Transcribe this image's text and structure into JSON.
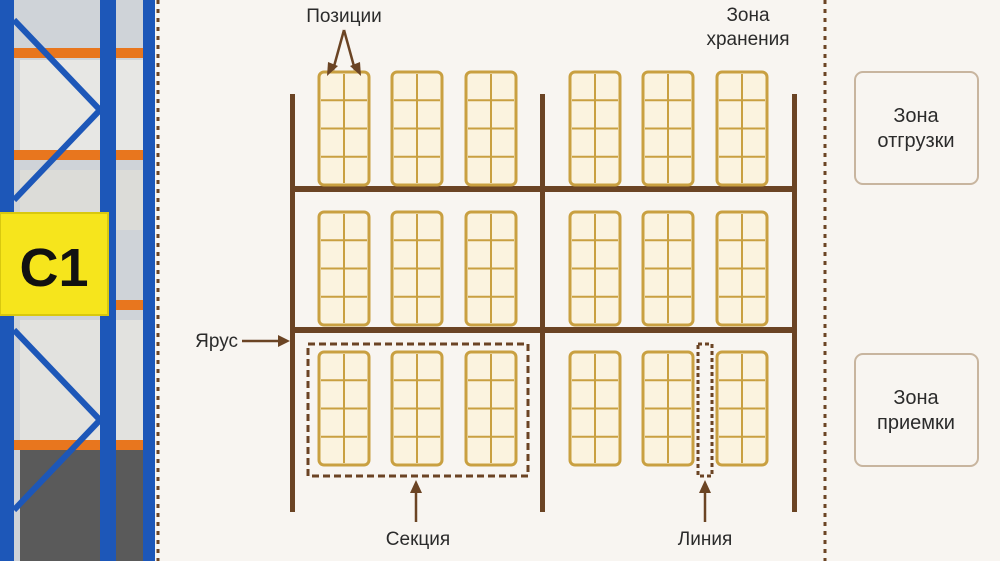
{
  "photo": {
    "sign_code": "C1",
    "colors": {
      "upright": "#1d57b8",
      "beam": "#e8761e",
      "sign": "#f6e51c"
    }
  },
  "diagram": {
    "labels": {
      "positions": "Позиции",
      "storage_zone": [
        "Зона",
        "хранения"
      ],
      "tier": "Ярус",
      "section": "Секция",
      "line": "Линия"
    },
    "side_zones": [
      {
        "id": "shipping",
        "lines": [
          "Зона",
          "отгрузки"
        ]
      },
      {
        "id": "receiving",
        "lines": [
          "Зона",
          "приемки"
        ]
      }
    ],
    "rack": {
      "bays": 2,
      "tiers": 3,
      "pallets_per_bay": 3,
      "cells_per_pallet": {
        "cols": 2,
        "rows": 4
      }
    },
    "colors": {
      "background": "#f8f5f1",
      "frame": "#6b4424",
      "pallet_fill": "#fbf3df",
      "pallet_stroke": "#c9a041",
      "zone_box_stroke": "#c8b59f",
      "text": "#2b2b2b"
    }
  }
}
